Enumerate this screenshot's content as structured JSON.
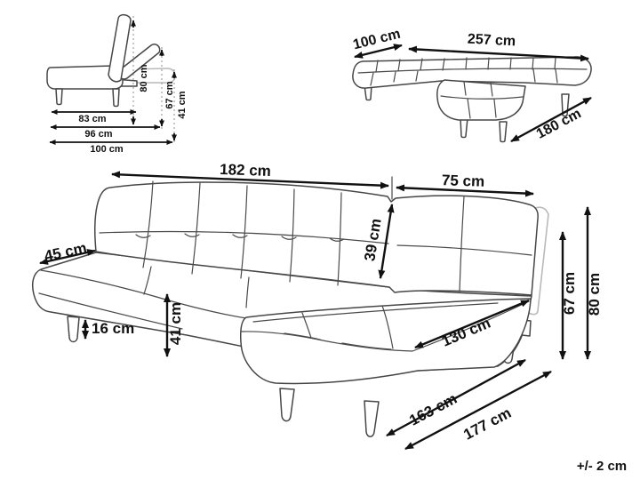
{
  "diagram": {
    "note": "+/- 2 cm",
    "side_view": {
      "depth_seat": "83 cm",
      "depth_mid": "96 cm",
      "depth_total": "100 cm",
      "height_total": "80 cm",
      "height_flat": "67 cm",
      "height_seat": "41 cm"
    },
    "bed_view": {
      "width": "100 cm",
      "length": "257 cm",
      "chaise_length": "180 cm"
    },
    "sofa_view": {
      "width_main": "182 cm",
      "width_chaise": "75 cm",
      "end_depth": "45 cm",
      "backrest_height": "39 cm",
      "leg_height": "16 cm",
      "seat_height": "41 cm",
      "chaise_length": "130 cm",
      "back_height": "67 cm",
      "total_height": "80 cm",
      "depth_inner": "163 cm",
      "depth_total": "177 cm"
    }
  },
  "colors": {
    "line": "#464646",
    "ghost": "#b9b9b9",
    "dimension": "#111111",
    "background": "#ffffff"
  }
}
